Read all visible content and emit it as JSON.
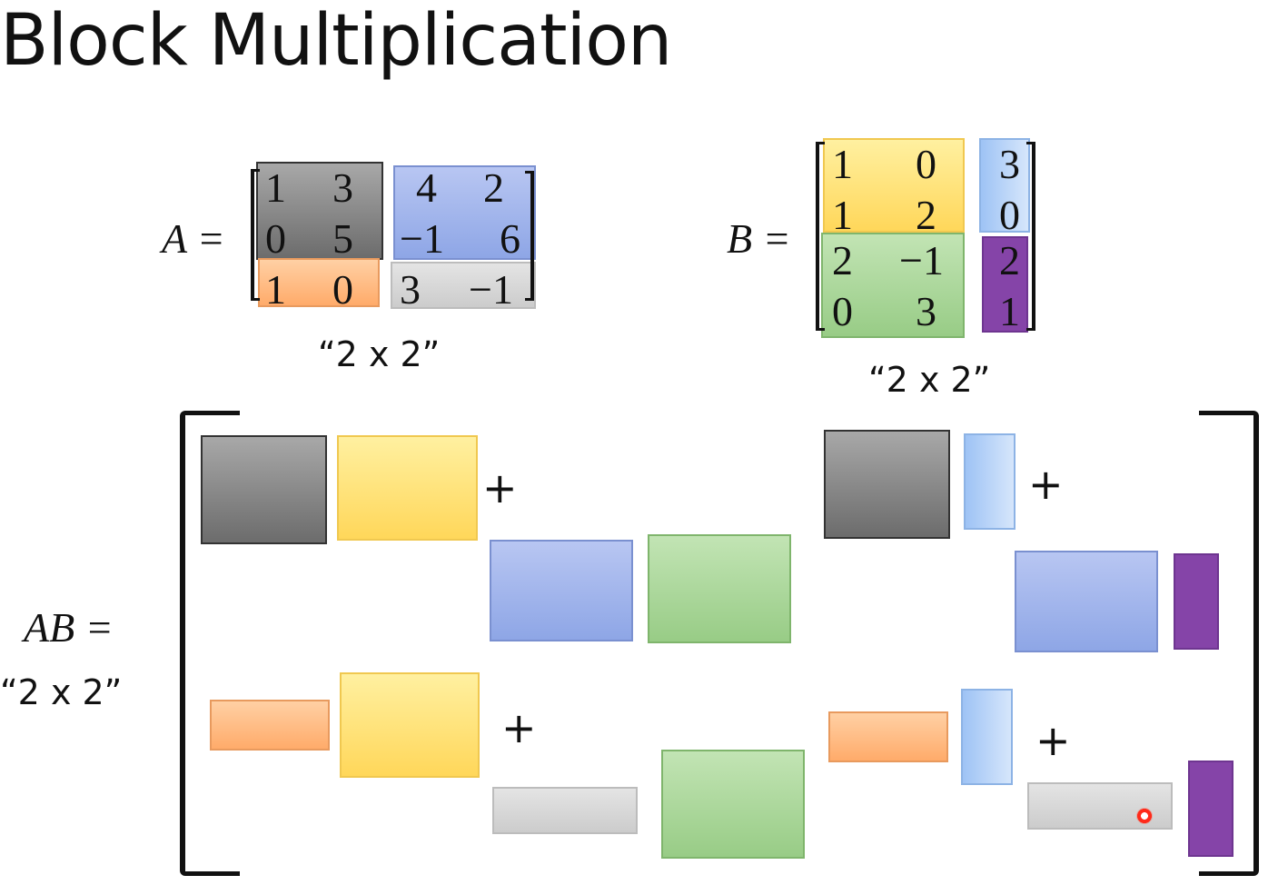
{
  "title": "Block Multiplication",
  "matrix_a": {
    "label": "A =",
    "dims": "“2 x 2”",
    "rows": [
      [
        "1",
        "3",
        "4",
        "2"
      ],
      [
        "0",
        "5",
        "−1",
        "6"
      ],
      [
        "1",
        "0",
        "3",
        "−1"
      ]
    ]
  },
  "matrix_b": {
    "label": "B =",
    "dims": "“2 x 2”",
    "rows": [
      [
        "1",
        "0",
        "3"
      ],
      [
        "1",
        "2",
        "0"
      ],
      [
        "2",
        "−1",
        "2"
      ],
      [
        "0",
        "3",
        "1"
      ]
    ]
  },
  "product": {
    "label": "AB =",
    "dims": "“2 x 2”",
    "plus": "+"
  },
  "colors": {
    "gray": "#8a8a8a",
    "yellow": "#ffe27a",
    "blue": "#a2b5ec",
    "green": "#acd89c",
    "light_blue": "#b8d4f8",
    "purple": "#8544a8",
    "orange": "#ffbd86",
    "light_gray": "#d9d9d9",
    "cursor": "#ff2a1a"
  }
}
